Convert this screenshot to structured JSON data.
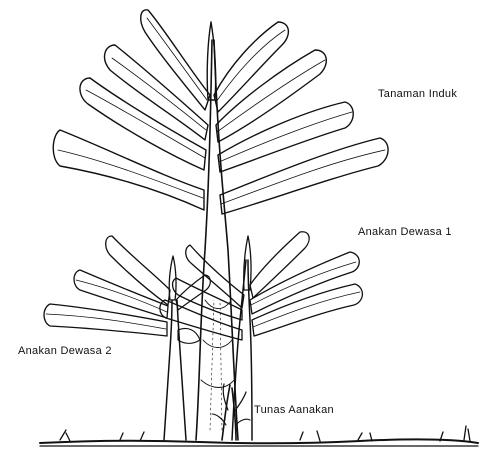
{
  "labels": {
    "parent": "Tanaman Induk",
    "adult_sucker_1": "Anakan Dewasa 1",
    "adult_sucker_2": "Anakan Dewasa 2",
    "young_shoot": "Tunas Aanakan"
  },
  "colors": {
    "ink": "#111111",
    "paper": "#ffffff"
  }
}
